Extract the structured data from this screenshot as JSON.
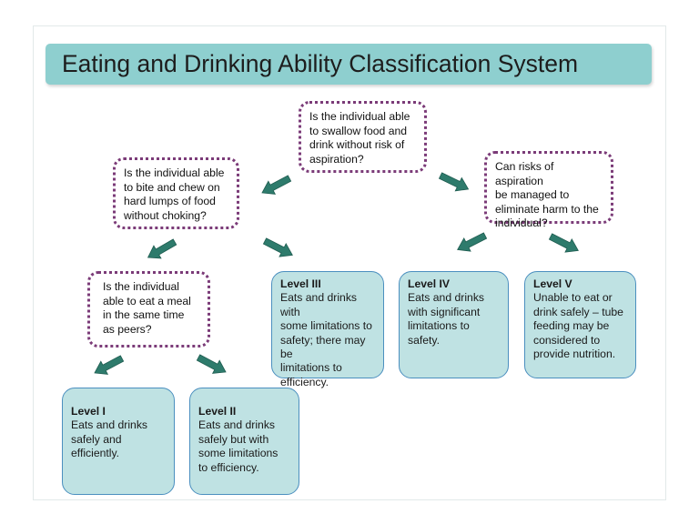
{
  "title": "Eating and Drinking Ability Classification System",
  "questions": {
    "swallow": "Is the individual able\nto swallow food and\ndrink without risk of\naspiration?",
    "bite_chew": "Is the individual able\nto bite and chew on\nhard lumps of food\nwithout choking?",
    "aspiration_risk": "Can risks of aspiration\nbe managed to\neliminate harm to the\nindividual?",
    "meal_time": "Is the individual\nable to eat a meal\nin the same time\nas peers?"
  },
  "levels": {
    "level_1": {
      "title": "Level I",
      "description": "Eats and drinks\nsafely and\nefficiently."
    },
    "level_2": {
      "title": "Level II",
      "description": "Eats and drinks\nsafely but with\nsome limitations\nto efficiency."
    },
    "level_3": {
      "title": "Level III",
      "description": "Eats and drinks with\nsome limitations to\nsafety; there may be\nlimitations to\nefficiency."
    },
    "level_4": {
      "title": "Level IV",
      "description": "Eats and drinks\nwith significant\nlimitations to\nsafety."
    },
    "level_5": {
      "title": "Level V",
      "description": "Unable to eat or\ndrink safely – tube\nfeeding may be\nconsidered to\nprovide nutrition."
    }
  },
  "colors": {
    "title_bar": "#8ecfcf",
    "level_fill": "#bfe2e3",
    "level_border": "#4b8fbf",
    "question_border": "#7b3b78",
    "arrow_fill": "#2e7b6c"
  }
}
